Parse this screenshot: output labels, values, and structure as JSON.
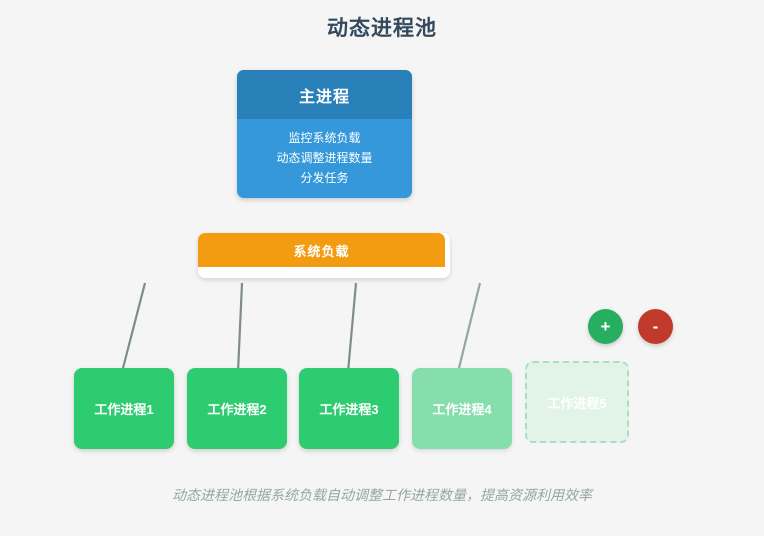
{
  "page": {
    "title": "动态进程池",
    "background_color": "#f5f5f5",
    "footer_note": "动态进程池根据系统负载自动调整工作进程数量，提高资源利用效率"
  },
  "main_process": {
    "header": "主进程",
    "header_color": "#2980b9",
    "body_color": "#3498db",
    "duties": [
      "监控系统负载",
      "动态调整进程数量",
      "分发任务"
    ]
  },
  "system_load": {
    "label": "系统负载",
    "fill_percent": 98,
    "fill_color": "#f39c12",
    "track_color": "#ffffff"
  },
  "workers": {
    "active_color": "#2ecc71",
    "faded_color": "#85deac",
    "placeholder_fill": "#e2f4e8",
    "placeholder_border": "#a8dfc0",
    "items": [
      {
        "label": "工作进程1",
        "state": "active"
      },
      {
        "label": "工作进程2",
        "state": "active"
      },
      {
        "label": "工作进程3",
        "state": "active"
      },
      {
        "label": "工作进程4",
        "state": "faded"
      },
      {
        "label": "工作进程5",
        "state": "placeholder"
      }
    ]
  },
  "controls": {
    "add_label": "+",
    "add_color": "#27ae60",
    "remove_label": "-",
    "remove_color": "#c0392b"
  },
  "connectors": {
    "color": "#7f8c8d",
    "count": 4
  }
}
